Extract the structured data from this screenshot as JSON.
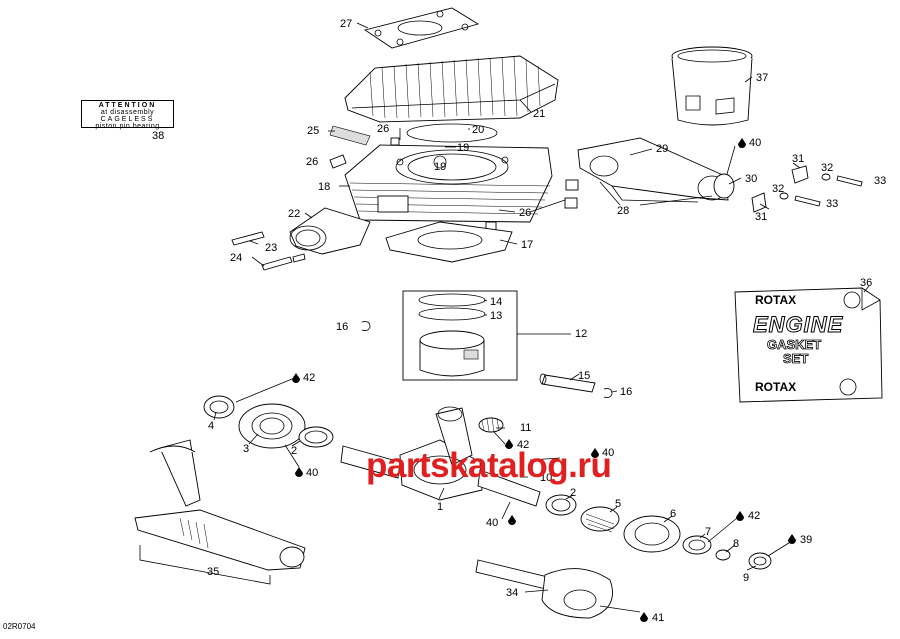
{
  "diagram": {
    "drawing_code": "02R0704",
    "watermark": "partskatalog.ru",
    "attention_label": {
      "line1": "ATTENTION",
      "line2": "at disassembly",
      "line3": "CAGELESS",
      "line4": "piston pin bearing"
    },
    "gasket_kit": {
      "brand_top": "ROTAX",
      "title": "ENGINE",
      "line2": "GASKET",
      "line3": "SET",
      "brand_bottom": "ROTAX"
    },
    "callouts": {
      "c1": "1",
      "c2a": "2",
      "c2b": "2",
      "c3": "3",
      "c4": "4",
      "c5": "5",
      "c6": "6",
      "c7": "7",
      "c8": "8",
      "c9": "9",
      "c10": "10",
      "c11": "11",
      "c12": "12",
      "c13": "13",
      "c14": "14",
      "c15": "15",
      "c16a": "16",
      "c16b": "16",
      "c17": "17",
      "c18": "18",
      "c19a": "19",
      "c19b": "19",
      "c20": "20",
      "c21": "21",
      "c22": "22",
      "c23": "23",
      "c24": "24",
      "c25": "25",
      "c26a": "26",
      "c26b": "26",
      "c26c": "26",
      "c27": "27",
      "c28": "28",
      "c29": "29",
      "c30": "30",
      "c31a": "31",
      "c31b": "31",
      "c32a": "32",
      "c32b": "32",
      "c33a": "33",
      "c33b": "33",
      "c34": "34",
      "c35": "35",
      "c36": "36",
      "c37": "37",
      "c38": "38",
      "c39": "39",
      "c40a": "40",
      "c40b": "40",
      "c40c": "40",
      "c40d": "40",
      "c41": "41",
      "c42a": "42",
      "c42b": "42",
      "c42c": "42"
    }
  }
}
